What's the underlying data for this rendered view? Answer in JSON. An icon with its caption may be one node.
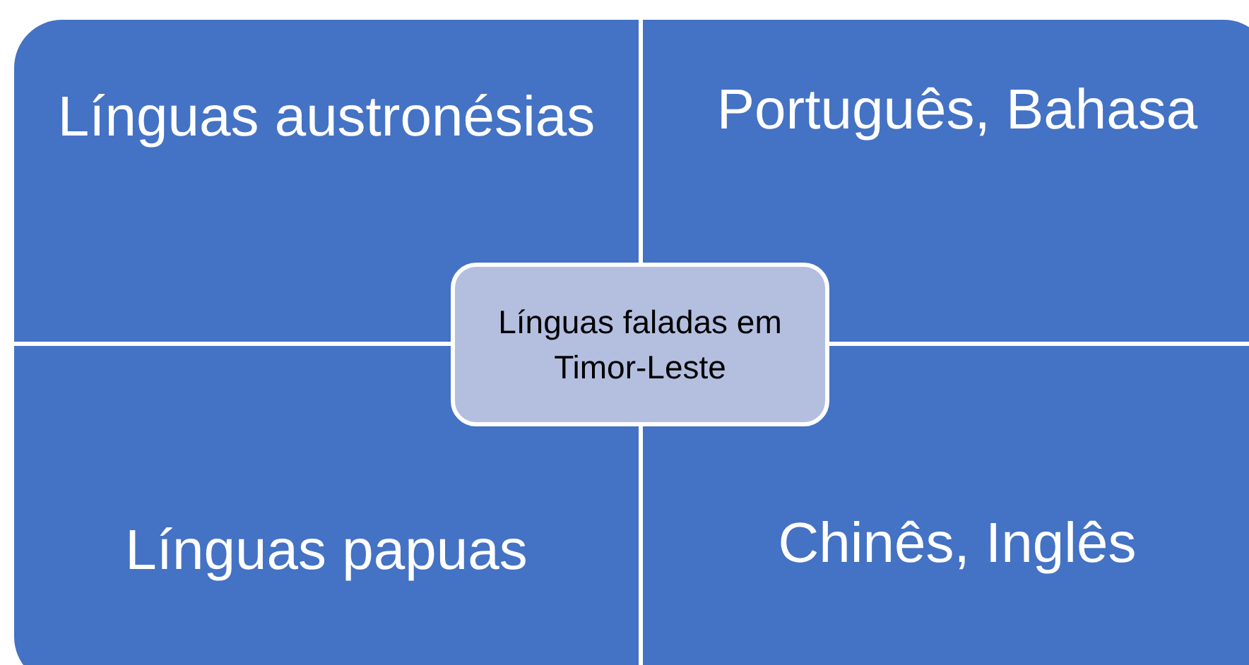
{
  "diagram": {
    "nodes": [
      {
        "text": [
          "Línguas austronésias"
        ]
      },
      {
        "text": [
          "Português, Bahasa"
        ]
      },
      {
        "text": [
          "Línguas papuas"
        ]
      },
      {
        "text": [
          "Chinês, Inglês"
        ]
      },
      {
        "text": [
          "Línguas faladas em Timor-Leste"
        ]
      }
    ]
  }
}
